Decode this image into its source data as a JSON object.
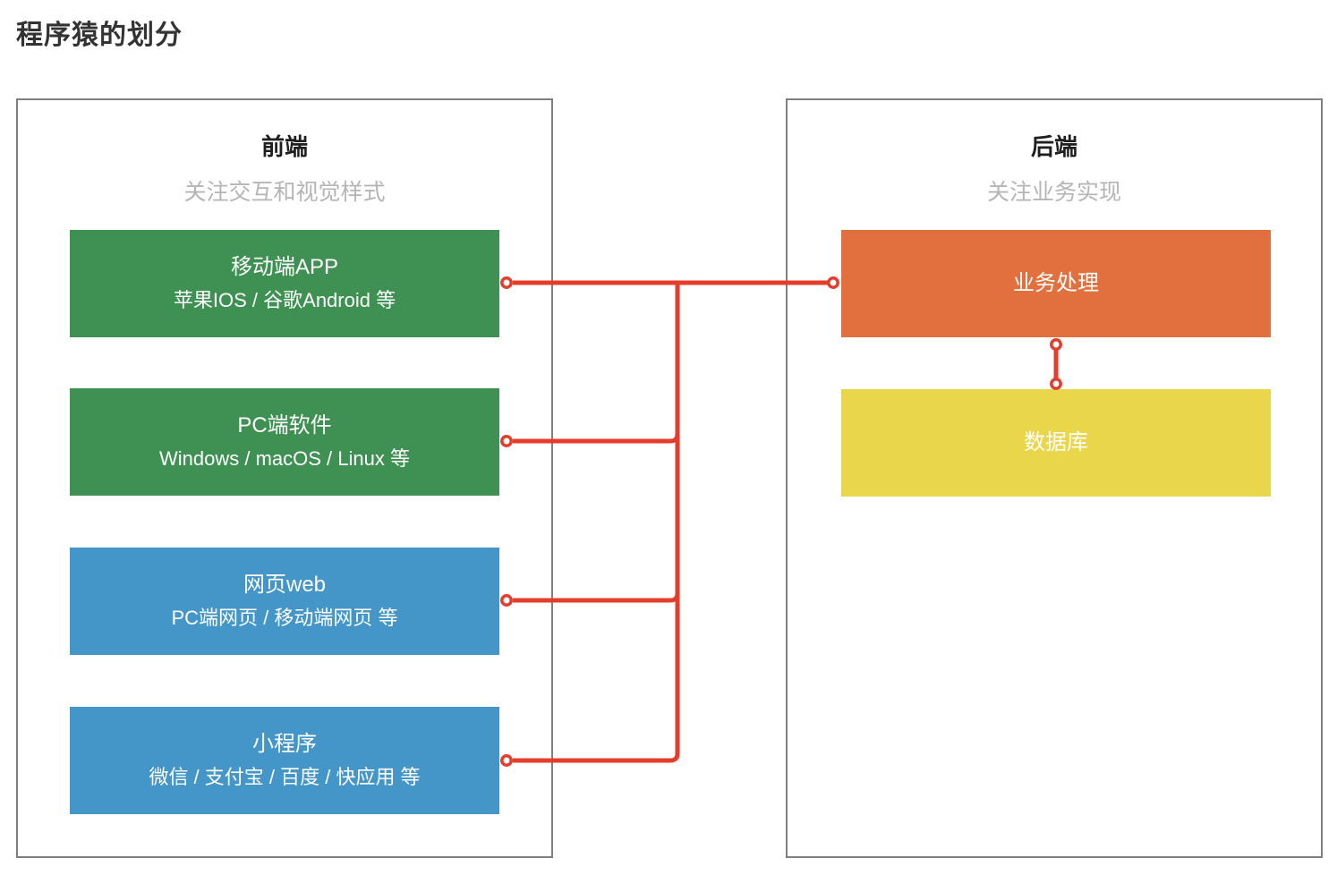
{
  "page": {
    "title": "程序猿的划分"
  },
  "colors": {
    "green": "#3f9153",
    "blue": "#4496c8",
    "orange": "#e2703f",
    "yellow": "#e9d64b",
    "red": "#e53c2c",
    "panel-border": "#7f7f7f",
    "title-text": "#333333",
    "heading-text": "#1f1f1f",
    "subtitle-text": "#b5b5b5",
    "node-text": "#ffffff"
  },
  "frontend": {
    "title": "前端",
    "subtitle": "关注交互和视觉样式",
    "boxes": [
      {
        "title": "移动端APP",
        "subtitle": "苹果IOS / 谷歌Android 等",
        "color": "#3f9153"
      },
      {
        "title": "PC端软件",
        "subtitle": "Windows / macOS / Linux 等",
        "color": "#3f9153"
      },
      {
        "title": "网页web",
        "subtitle": "PC端网页 / 移动端网页 等",
        "color": "#4496c8"
      },
      {
        "title": "小程序",
        "subtitle": "微信 / 支付宝 / 百度 / 快应用 等",
        "color": "#4496c8"
      }
    ]
  },
  "backend": {
    "title": "后端",
    "subtitle": "关注业务实现",
    "boxes": [
      {
        "title": "业务处理",
        "color": "#e2703f"
      },
      {
        "title": "数据库",
        "color": "#e9d64b"
      }
    ]
  }
}
